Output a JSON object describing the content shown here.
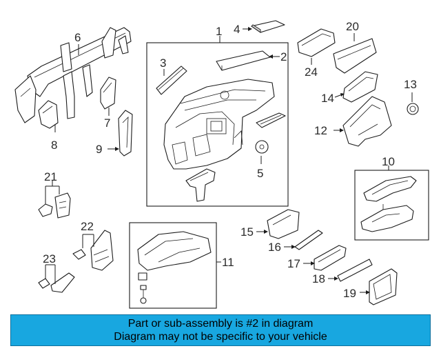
{
  "colors": {
    "banner_background": "#18a7e0",
    "highlight_part": "#3aa6e6",
    "line": "#1a1a1a"
  },
  "highlighted_callout": "2",
  "callouts": {
    "c1": "1",
    "c2": "2",
    "c3": "3",
    "c4": "4",
    "c5": "5",
    "c6": "6",
    "c7": "7",
    "c8": "8",
    "c9": "9",
    "c10": "10",
    "c11": "11",
    "c12": "12",
    "c13": "13",
    "c14": "14",
    "c15": "15",
    "c16": "16",
    "c17": "17",
    "c18": "18",
    "c19": "19",
    "c20": "20",
    "c21": "21",
    "c22": "22",
    "c23": "23",
    "c24": "24"
  },
  "banner": {
    "line1": "Part or sub-assembly is #2 in diagram",
    "line2": "Diagram may not be specific to your vehicle"
  }
}
